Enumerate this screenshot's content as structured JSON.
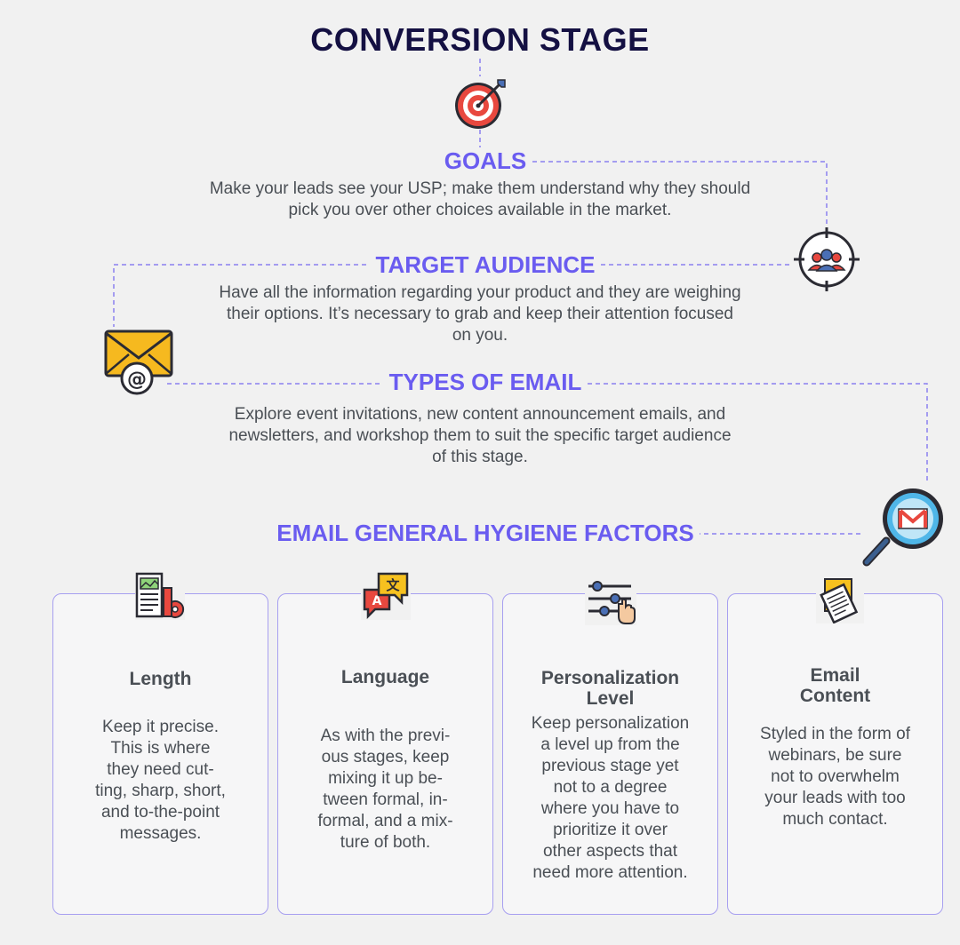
{
  "title": "CONVERSION STAGE",
  "sections": {
    "goals": {
      "heading": "GOALS",
      "lines": [
        "Make your leads see your USP; make them understand why they should",
        "pick you over other choices available in the market."
      ],
      "icon": "target-icon"
    },
    "target_audience": {
      "heading": "TARGET AUDIENCE",
      "lines": [
        "Have all the information regarding your product and they are weighing",
        "their options. It’s necessary to grab and keep their attention focused",
        "on you."
      ],
      "icon": "audience-target-icon"
    },
    "types_of_email": {
      "heading": "TYPES OF EMAIL",
      "lines": [
        "Explore event invitations, new content announcement emails, and",
        "newsletters, and workshop them to suit the specific target audience",
        "of this stage."
      ],
      "icon": "email-envelope-icon"
    },
    "hygiene": {
      "heading": "EMAIL GENERAL HYGIENE FACTORS",
      "icon": "magnifier-gmail-icon"
    }
  },
  "cards": [
    {
      "title_lines": [
        "Length"
      ],
      "body_lines": [
        "Keep it precise.",
        "This is where",
        "they need cut-",
        "ting, sharp, short,",
        "and to-the-point",
        "messages."
      ],
      "icon": "document-ruler-icon"
    },
    {
      "title_lines": [
        "Language"
      ],
      "body_lines": [
        "As with the previ-",
        "ous stages, keep",
        "mixing it up be-",
        "tween formal, in-",
        "formal, and a mix-",
        "ture of both."
      ],
      "icon": "translate-icon"
    },
    {
      "title_lines": [
        "Personalization",
        "Level"
      ],
      "body_lines": [
        "Keep personalization",
        "a level up from the",
        "previous stage yet",
        "not to a degree",
        "where you have to",
        "prioritize it over",
        "other aspects that",
        "need more attention."
      ],
      "icon": "sliders-icon"
    },
    {
      "title_lines": [
        "Email",
        "Content"
      ],
      "body_lines": [
        "Styled in the form of",
        "webinars, be sure",
        "not to overwhelm",
        "your leads with too",
        "much contact."
      ],
      "icon": "papers-icon"
    }
  ],
  "colors": {
    "title": "#141042",
    "heading": "#6a5cf0",
    "connector": "#8b80ef",
    "card_border": "#a79ff0",
    "text": "#4a4f55",
    "background": "#f1f1f1"
  }
}
